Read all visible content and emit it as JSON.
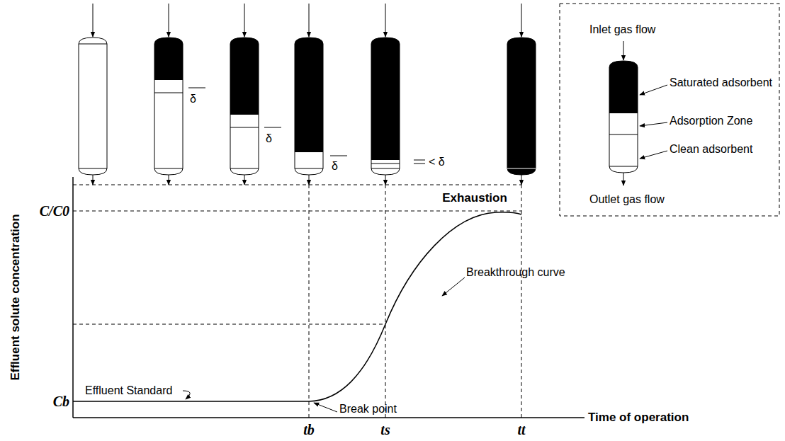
{
  "diagram": {
    "labels": [
      "δ",
      "δ",
      "δ",
      "< δ",
      "Exhaustion",
      "C/C0",
      "Effluent solute concentration",
      "Cb",
      "Effluent Standard",
      "Break point",
      "Breakthrough curve",
      "Time of operation",
      "tb",
      "ts",
      "tt",
      "Inlet gas flow",
      "Saturated adsorbent",
      "Adsorption Zone",
      "Clean adsorbent",
      "Outlet gas flow"
    ]
  }
}
